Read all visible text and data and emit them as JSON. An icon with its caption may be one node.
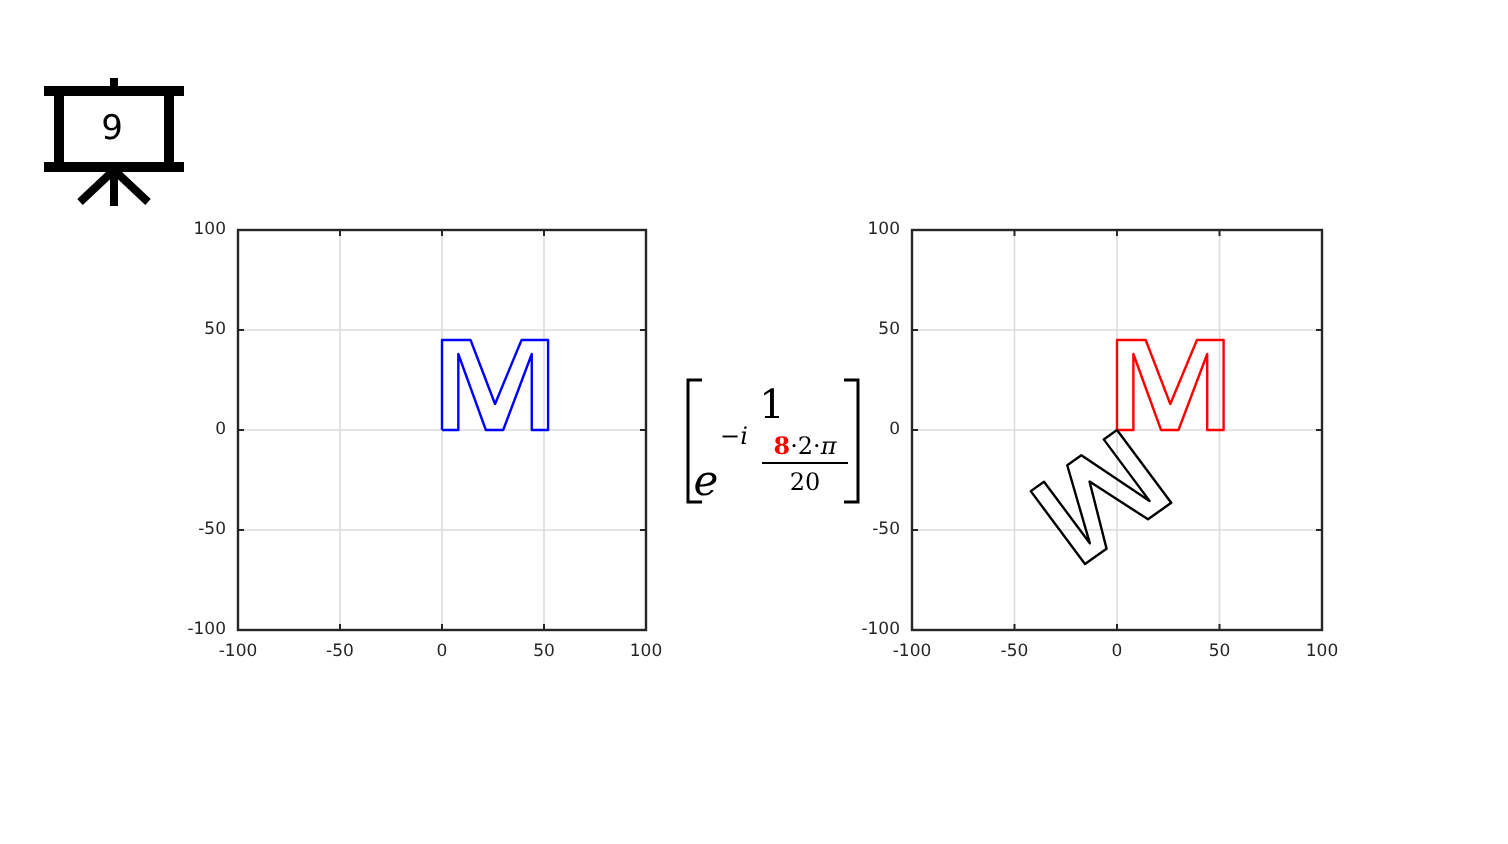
{
  "diagram": {
    "labels": [
      "9",
      "1",
      "e",
      "−*i*",
      "**8**·2·*π*",
      "20"
    ],
    "chart_data": [
      {
        "type": "line",
        "xlim": [
          -100,
          100
        ],
        "ylim": [
          -100,
          100
        ],
        "xticks": [
          -100,
          -50,
          0,
          50,
          100
        ],
        "yticks": [
          -100,
          -50,
          0,
          50,
          100
        ],
        "grid": true
      },
      {
        "type": "line",
        "xlim": [
          -100,
          100
        ],
        "ylim": [
          -100,
          100
        ],
        "xticks": [
          -100,
          -50,
          0,
          50,
          100
        ],
        "yticks": [
          -100,
          -50,
          0,
          50,
          100
        ],
        "grid": true
      }
    ]
  }
}
